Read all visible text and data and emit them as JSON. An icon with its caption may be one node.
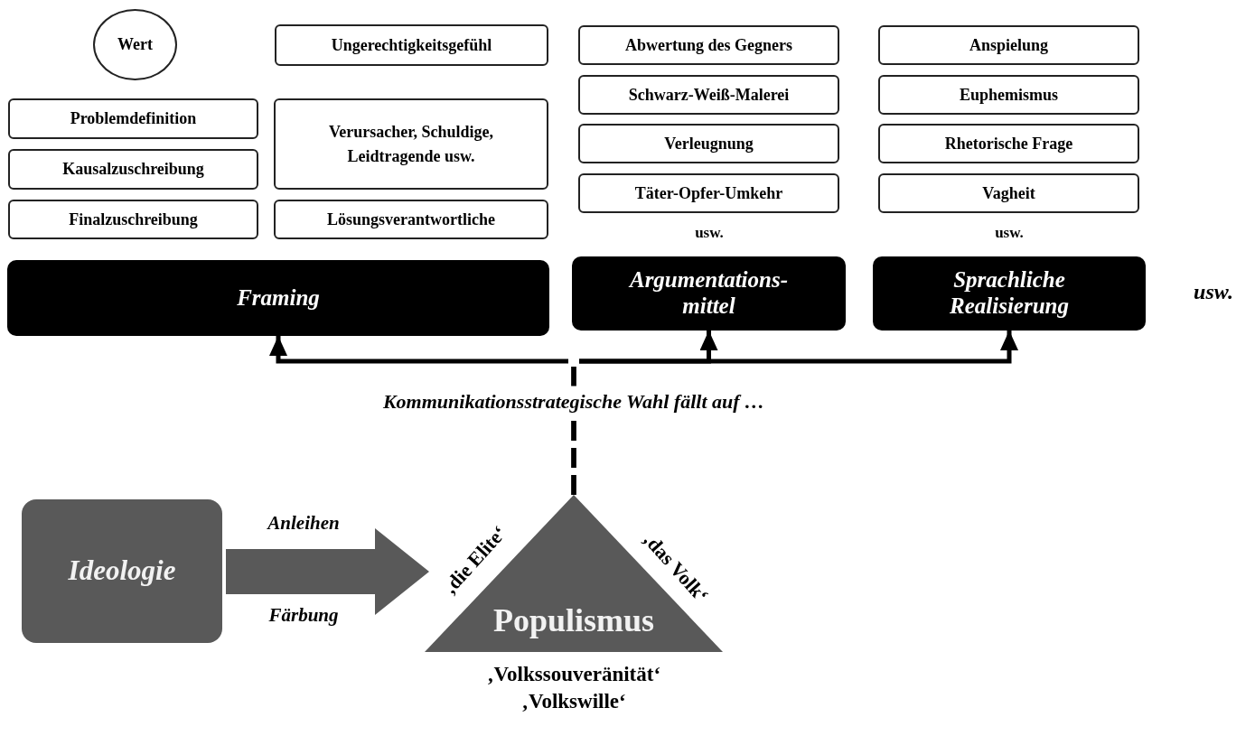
{
  "diagram": {
    "nodes": [
      {
        "text": [
          "Wert"
        ]
      },
      {
        "text": [
          "Ungerechtigkeitsgefühl"
        ]
      },
      {
        "text": [
          "Problemdefinition"
        ]
      },
      {
        "text": [
          "Verursacher, Schuldige, Leidtragende usw."
        ]
      },
      {
        "text": [
          "Kausalzuschreibung"
        ]
      },
      {
        "text": [
          "Finalzuschreibung"
        ]
      },
      {
        "text": [
          "Lösungsverantwortliche"
        ]
      },
      {
        "text": [
          "Abwertung des Gegners"
        ]
      },
      {
        "text": [
          "Schwarz-Weiß-Malerei"
        ]
      },
      {
        "text": [
          "Verleugnung"
        ]
      },
      {
        "text": [
          "Täter-Opfer-Umkehr"
        ]
      },
      {
        "text": [
          "Anspielung"
        ]
      },
      {
        "text": [
          "Euphemismus"
        ]
      },
      {
        "text": [
          "Rhetorische Frage"
        ]
      },
      {
        "text": [
          "Vagheit"
        ]
      },
      {
        "text": [
          "Framing"
        ]
      },
      {
        "text": [
          "Argumentations- mittel"
        ]
      },
      {
        "text": [
          "Sprachliche Realisierung"
        ]
      },
      {
        "text": [
          "Ideologie"
        ]
      },
      {
        "text": [
          "Populismus"
        ],
        "beside": [
          "‚die Elite‘",
          "‚das Volk‘",
          "‚Volkssouveränität‘ ‚Volkswille‘"
        ]
      }
    ],
    "edges": [
      {
        "from": 19,
        "to": 15,
        "arrow": "to",
        "style": "dashed"
      },
      {
        "from": 19,
        "to": 16,
        "arrow": "to",
        "style": "dashed",
        "label": "Kommunikationsstrategische Wahl fällt auf …"
      },
      {
        "from": 19,
        "to": 17,
        "arrow": "to",
        "style": "dashed"
      },
      {
        "from": 18,
        "to": 19,
        "arrow": "to",
        "style": "thick",
        "color": "#595959"
      }
    ],
    "labels": [
      "usw.",
      "usw.",
      "usw.",
      "Anleihen",
      "Färbung"
    ]
  }
}
